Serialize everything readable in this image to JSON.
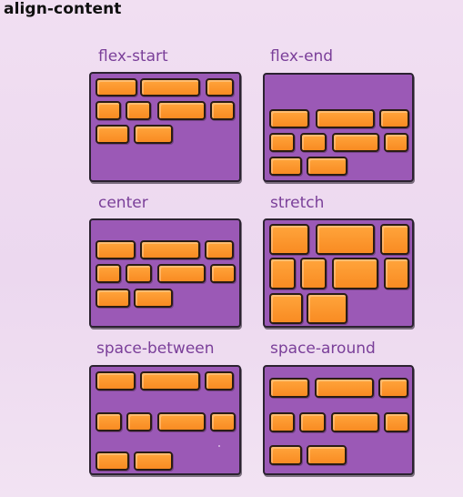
{
  "title": "align-content",
  "colors": {
    "background": "#f0dcf0",
    "container": "#9b59b6",
    "item": "#fa8f25",
    "outline": "#2b2230",
    "label": "#7a3f99"
  },
  "panels": [
    {
      "id": "flex-start",
      "label": "flex-start",
      "align_content": "flex-start"
    },
    {
      "id": "flex-end",
      "label": "flex-end",
      "align_content": "flex-end"
    },
    {
      "id": "center",
      "label": "center",
      "align_content": "center"
    },
    {
      "id": "stretch",
      "label": "stretch",
      "align_content": "stretch"
    },
    {
      "id": "space-between",
      "label": "space-between",
      "align_content": "space-between"
    },
    {
      "id": "space-around",
      "label": "space-around",
      "align_content": "space-around"
    }
  ]
}
